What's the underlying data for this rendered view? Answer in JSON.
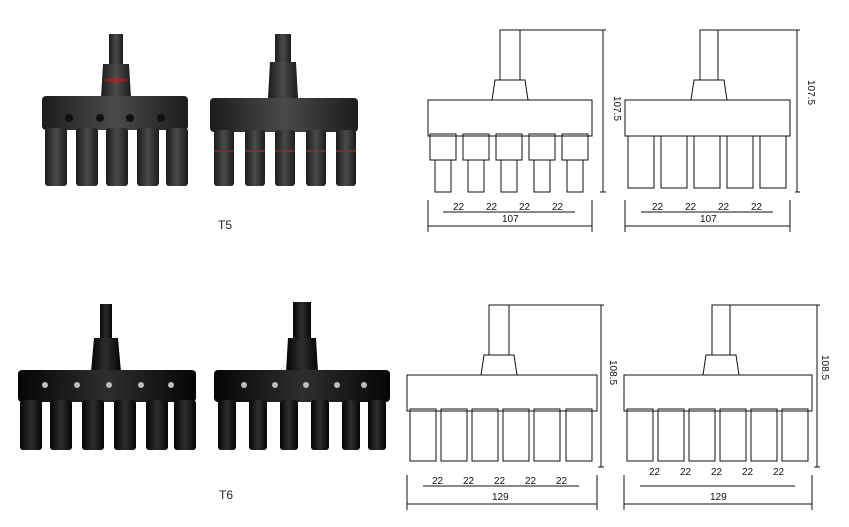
{
  "products": [
    {
      "id": "T5",
      "label": "T5",
      "outlets": 5,
      "photo_color": "#2b2b2b",
      "drawing_a": {
        "pitch_labels": [
          "22",
          "22",
          "22",
          "22"
        ],
        "width_label": "107",
        "height_label": "107.5"
      },
      "drawing_b": {
        "pitch_labels": [
          "22",
          "22",
          "22",
          "22"
        ],
        "width_label": "107",
        "height_label": "107.5"
      }
    },
    {
      "id": "T6",
      "label": "T6",
      "outlets": 6,
      "photo_color": "#0d0d0d",
      "drawing_a": {
        "pitch_labels": [
          "22",
          "22",
          "22",
          "22",
          "22"
        ],
        "width_label": "129",
        "height_label": "108.5"
      },
      "drawing_b": {
        "pitch_labels": [
          "22",
          "22",
          "22",
          "22",
          "22"
        ],
        "width_label": "129",
        "height_label": "108.5"
      }
    }
  ],
  "colors": {
    "line": "#111111",
    "dim_line": "#333333",
    "highlight": "#9a9a9a",
    "accent_red": "#b22222"
  }
}
